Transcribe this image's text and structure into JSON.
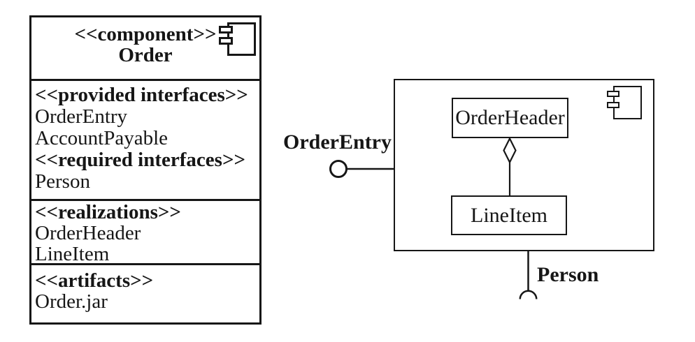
{
  "diagram": {
    "background_color": "#ffffff",
    "ink_color": "#161616",
    "kind": "uml-component-diagram"
  },
  "spec_box": {
    "stereotype": "<<component>>",
    "name": "Order",
    "icon": "uml-component-icon",
    "interfaces": {
      "provided_header": "<<provided interfaces>>",
      "provided": [
        "OrderEntry",
        "AccountPayable"
      ],
      "required_header": "<<required interfaces>>",
      "required": [
        "Person"
      ]
    },
    "realizations": {
      "header": "<<realizations>>",
      "items": [
        "OrderHeader",
        "LineItem"
      ]
    },
    "artifacts": {
      "header": "<<artifacts>>",
      "items": [
        "Order.jar"
      ]
    }
  },
  "assembly": {
    "icon": "uml-component-icon",
    "inner_classes": [
      "OrderHeader",
      "LineItem"
    ],
    "provided_interface_label": "OrderEntry",
    "required_interface_label": "Person",
    "icons": {
      "lollipop": "provided-interface-lollipop",
      "socket": "required-interface-socket",
      "diamond": "aggregation-diamond"
    }
  }
}
